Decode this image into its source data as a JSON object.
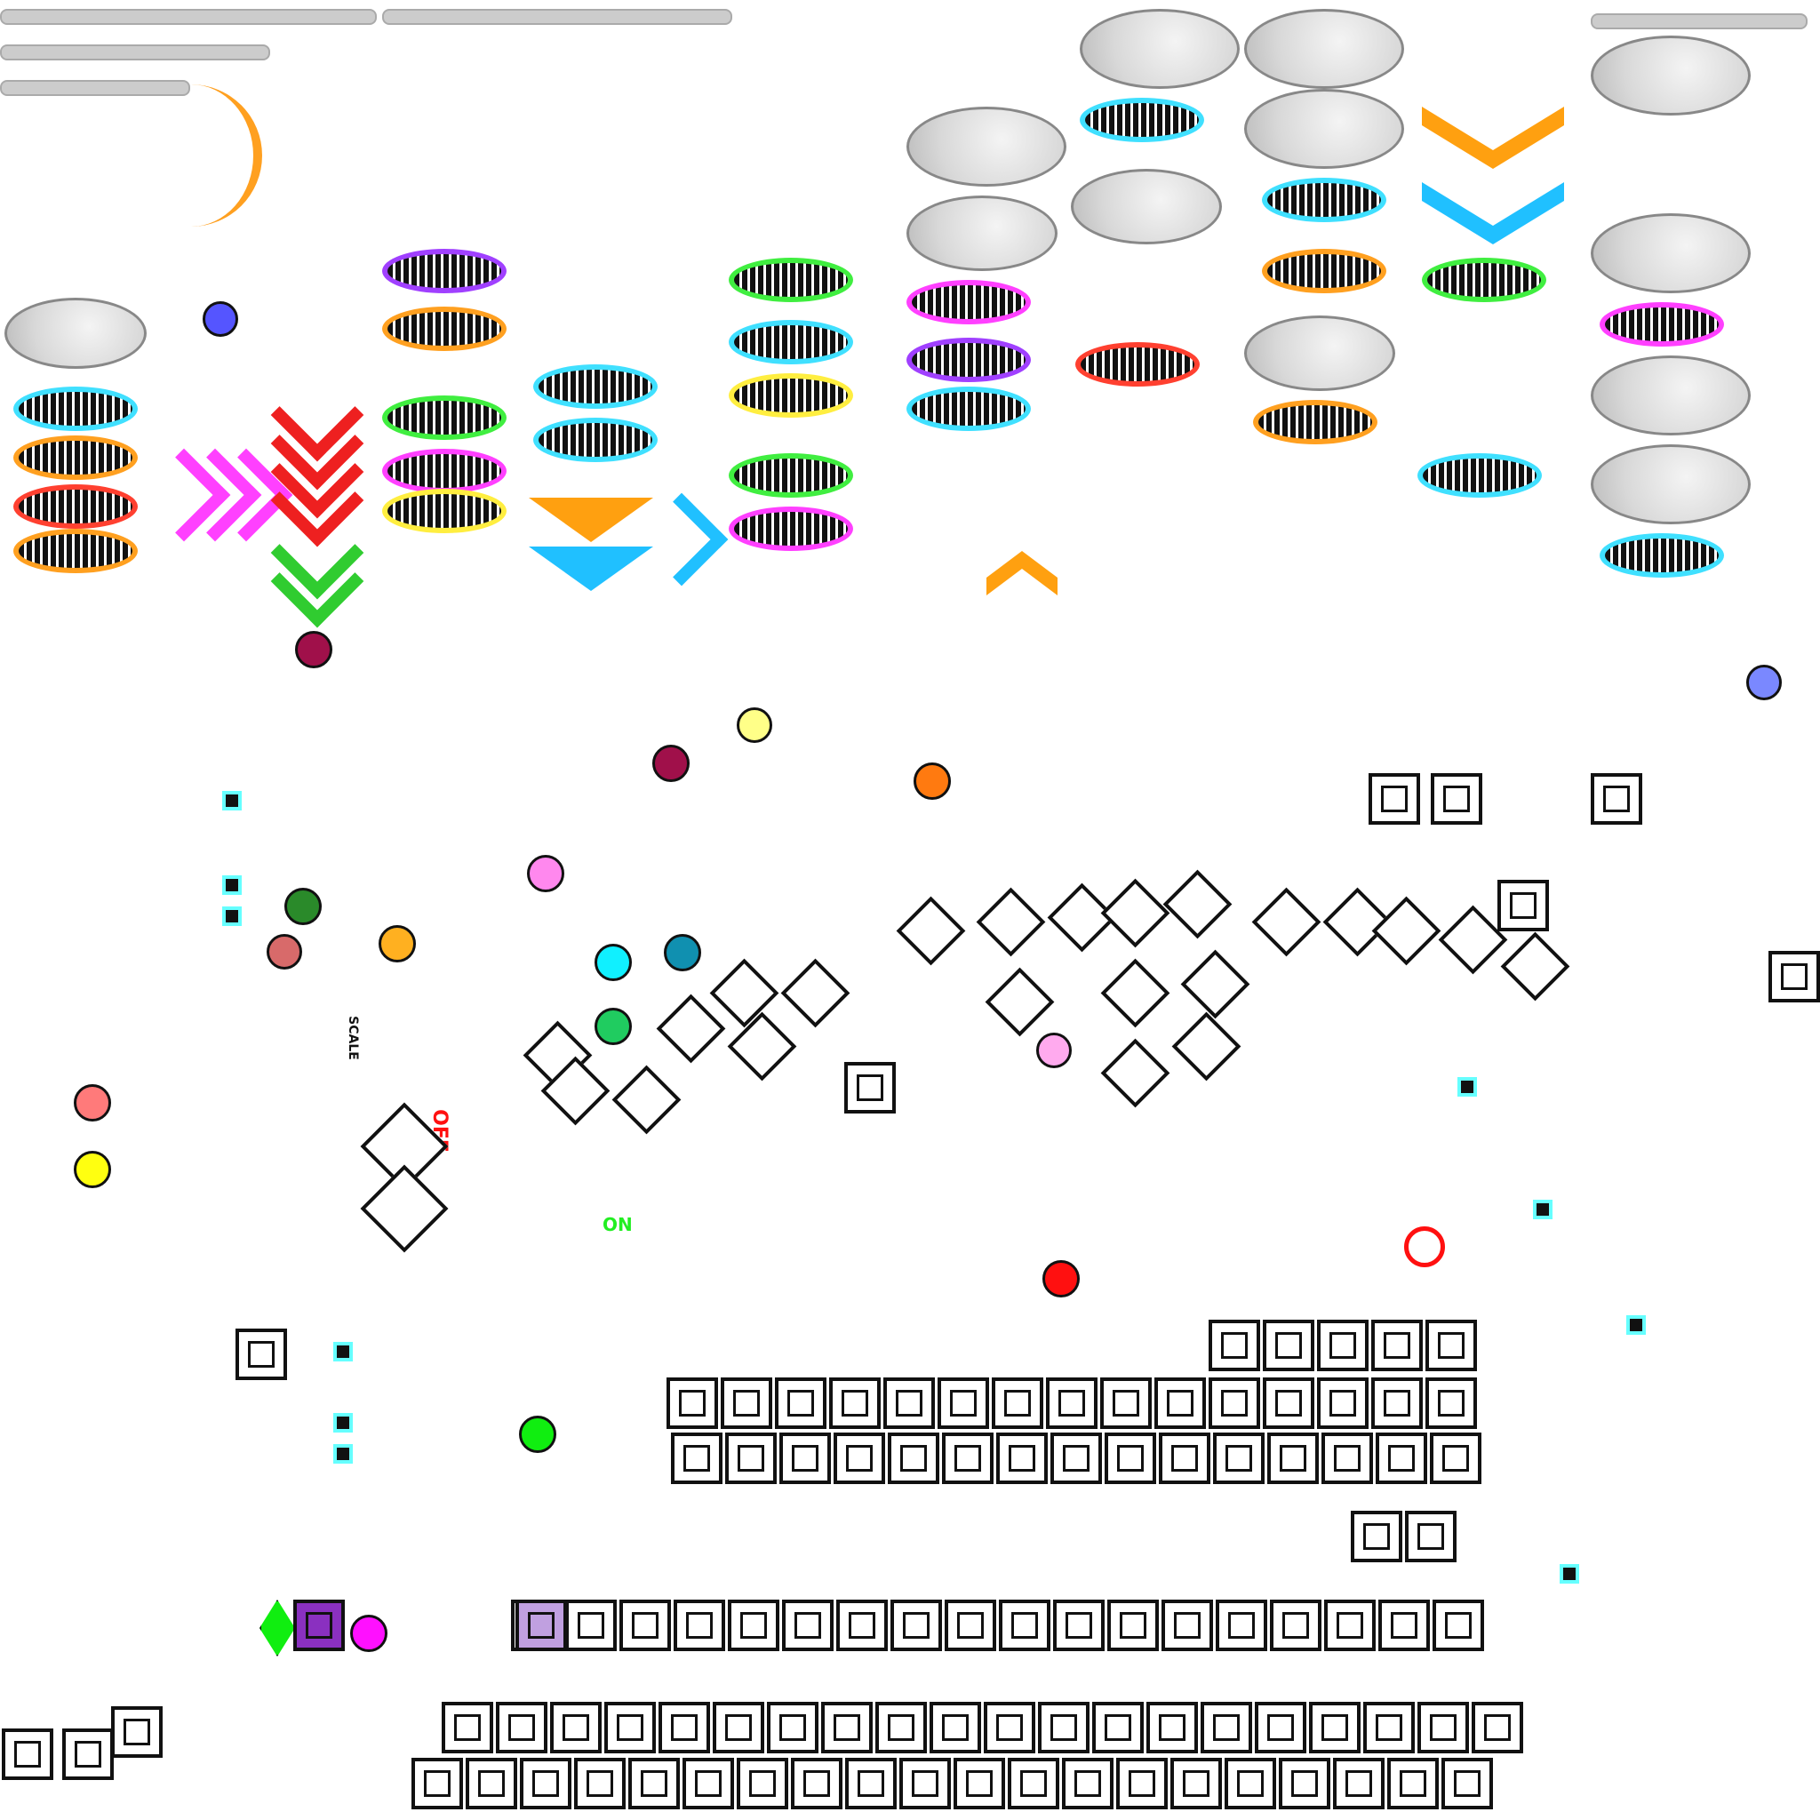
{
  "sheet": {
    "labels": {
      "off": "OFF",
      "on": "ON",
      "scale": "SCALE"
    },
    "colors": {
      "orb_blue": "#5555ff",
      "orb_maroon": "#a0104a",
      "orb_yellow": "#ffff88",
      "orb_orange": "#ff7a10",
      "orb_pink": "#ff88ee",
      "orb_darkgreen": "#2a8a2a",
      "orb_salmon": "#d86a6a",
      "orb_gold": "#ffb020",
      "orb_cyan": "#10f0ff",
      "orb_teal": "#1090b0",
      "orb_green": "#20cc60",
      "orb_lightpink": "#ffaaee",
      "orb_coral": "#ff7a7a",
      "orb_brightyellow": "#ffff10",
      "orb_red": "#ff1010",
      "orb_lime": "#10ee10",
      "orb_magenta": "#ff10ff",
      "orb_periwinkle": "#7a88ff",
      "portal_cyan": "#40e0ff",
      "portal_orange": "#ffa020",
      "portal_magenta": "#ff40ff",
      "portal_green": "#40ee40",
      "portal_yellow": "#ffee40",
      "portal_red": "#ff4030",
      "portal_purple": "#a040ff",
      "arrow_magenta": "#ff40ff",
      "arrow_red": "#ee2020",
      "arrow_green": "#30cc30",
      "arrow_blue": "#20c0ff",
      "arrow_orange": "#ffa010"
    }
  }
}
